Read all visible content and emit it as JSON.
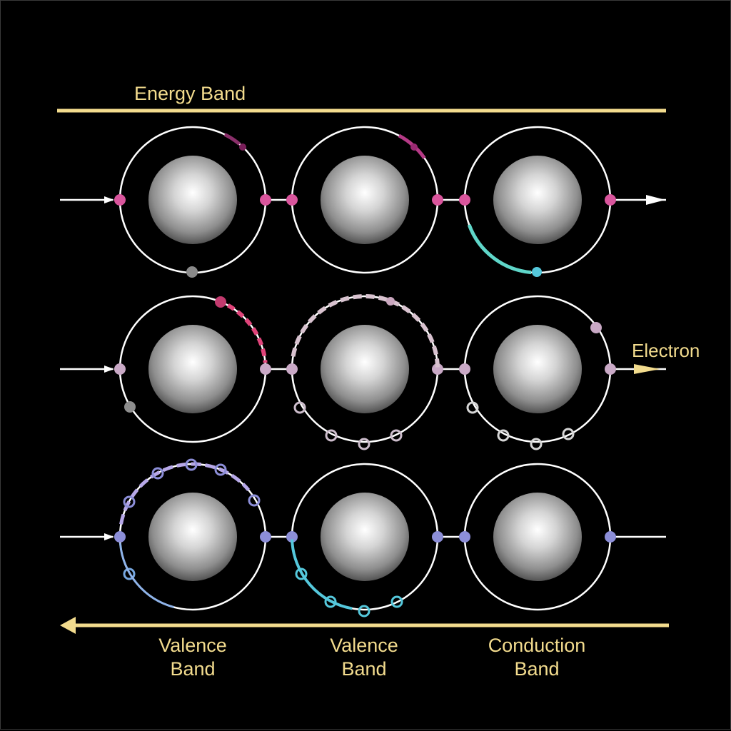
{
  "title": "Energy Band",
  "electron_label": "Electron",
  "band_labels": [
    {
      "line1": "Valence",
      "line2": "Band"
    },
    {
      "line1": "Valence",
      "line2": "Band"
    },
    {
      "line1": "Conduction",
      "line2": "Band"
    }
  ],
  "colors": {
    "background": "#000000",
    "label": "#f3dc8e",
    "band_line": "#f3dc8e",
    "orbit": "#ffffff",
    "electron_row1": "#d9559c",
    "electron_row2": "#c9a9c6",
    "electron_row3": "#8c8ed8",
    "accent_teal": "#5fd6c9",
    "accent_cyan": "#55c8dc"
  },
  "rows": [
    {
      "name": "row-1",
      "electron_color": "#d9559c",
      "accent": "#5fd6c9"
    },
    {
      "name": "row-2",
      "electron_color": "#c9a9c6",
      "accent": "#e0447a"
    },
    {
      "name": "row-3",
      "electron_color": "#8c8ed8",
      "accent": "#55c8dc"
    }
  ]
}
